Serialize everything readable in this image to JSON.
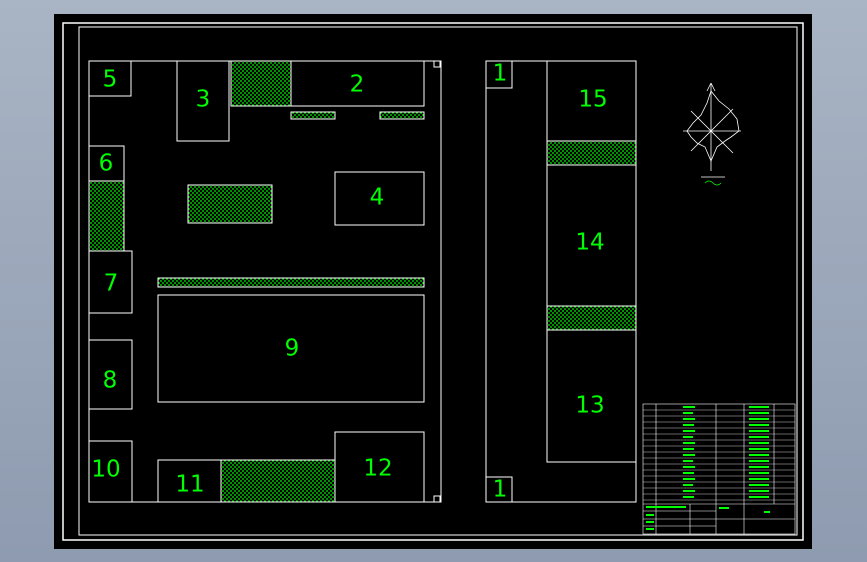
{
  "drawing": {
    "rooms": {
      "r1_top": "1",
      "r1_bottom": "1",
      "r2": "2",
      "r3": "3",
      "r4": "4",
      "r5": "5",
      "r6": "6",
      "r7": "7",
      "r8": "8",
      "r9": "9",
      "r10": "10",
      "r11": "11",
      "r12": "12",
      "r13": "13",
      "r14": "14",
      "r15": "15"
    },
    "colors": {
      "background": "#000000",
      "lines": "#ffffff",
      "labels": "#00ff00",
      "hatch": "#00ff00"
    },
    "icons": {
      "compass": "wind-rose-icon"
    }
  }
}
